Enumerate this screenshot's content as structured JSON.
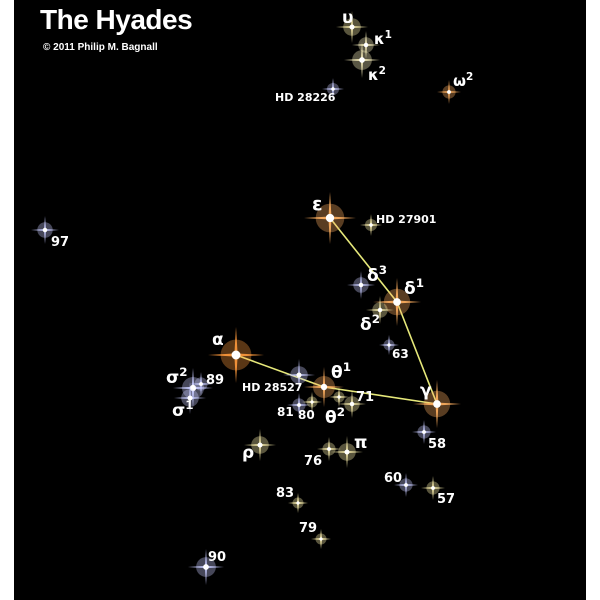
{
  "title": "The Hyades",
  "copyright": "© 2011 Philip M. Bagnall",
  "colors": {
    "background": "#000000",
    "line": "#e6e87a",
    "text": "#ffffff"
  },
  "stars": [
    {
      "id": "upsilon",
      "label": "υ",
      "sub": "",
      "color": "#fff3b0"
    },
    {
      "id": "kappa1",
      "label": "κ",
      "sub": "1",
      "color": "#fff6c2"
    },
    {
      "id": "kappa2",
      "label": "κ",
      "sub": "2",
      "color": "#fff6c2"
    },
    {
      "id": "hd28226",
      "label": "HD 28226",
      "sub": "",
      "color": "#c8ccff"
    },
    {
      "id": "omega2",
      "label": "ω",
      "sub": "2",
      "color": "#ffb060"
    },
    {
      "id": "epsilon",
      "label": "ε",
      "sub": "",
      "color": "#ffb060"
    },
    {
      "id": "hd27901",
      "label": "HD 27901",
      "sub": "",
      "color": "#fff3b0"
    },
    {
      "id": "97",
      "label": "97",
      "sub": "",
      "color": "#c8ccff"
    },
    {
      "id": "delta3",
      "label": "δ",
      "sub": "3",
      "color": "#c8ccff"
    },
    {
      "id": "delta1",
      "label": "δ",
      "sub": "1",
      "color": "#ffb060"
    },
    {
      "id": "delta2",
      "label": "δ",
      "sub": "2",
      "color": "#fff3b0"
    },
    {
      "id": "63",
      "label": "63",
      "sub": "",
      "color": "#c8ccff"
    },
    {
      "id": "alpha",
      "label": "α",
      "sub": "",
      "color": "#ff9a3c"
    },
    {
      "id": "sigma2",
      "label": "σ",
      "sub": "2",
      "color": "#c8ccff"
    },
    {
      "id": "89",
      "label": "89",
      "sub": "",
      "color": "#c8ccff"
    },
    {
      "id": "sigma1",
      "label": "σ",
      "sub": "1",
      "color": "#c8ccff"
    },
    {
      "id": "hd28527",
      "label": "HD 28527",
      "sub": "",
      "color": "#c8ccff"
    },
    {
      "id": "theta1",
      "label": "θ",
      "sub": "1",
      "color": "#ffb060"
    },
    {
      "id": "theta2",
      "label": "θ",
      "sub": "2",
      "color": "#fff3b0"
    },
    {
      "id": "71",
      "label": "71",
      "sub": "",
      "color": "#fff3b0"
    },
    {
      "id": "81",
      "label": "81",
      "sub": "",
      "color": "#c8ccff"
    },
    {
      "id": "80",
      "label": "80",
      "sub": "",
      "color": "#fff3b0"
    },
    {
      "id": "gamma",
      "label": "γ",
      "sub": "",
      "color": "#ffb060"
    },
    {
      "id": "58",
      "label": "58",
      "sub": "",
      "color": "#c8ccff"
    },
    {
      "id": "rho",
      "label": "ρ",
      "sub": "",
      "color": "#fff3b0"
    },
    {
      "id": "76",
      "label": "76",
      "sub": "",
      "color": "#fff3b0"
    },
    {
      "id": "pi",
      "label": "π",
      "sub": "",
      "color": "#fff3b0"
    },
    {
      "id": "60",
      "label": "60",
      "sub": "",
      "color": "#c8ccff"
    },
    {
      "id": "57",
      "label": "57",
      "sub": "",
      "color": "#fff3b0"
    },
    {
      "id": "83",
      "label": "83",
      "sub": "",
      "color": "#fff3b0"
    },
    {
      "id": "79",
      "label": "79",
      "sub": "",
      "color": "#fff3b0"
    },
    {
      "id": "90",
      "label": "90",
      "sub": "",
      "color": "#c8ccff"
    }
  ],
  "links": [
    [
      "epsilon",
      "delta1"
    ],
    [
      "delta1",
      "gamma"
    ],
    [
      "alpha",
      "theta1"
    ],
    [
      "theta1",
      "gamma"
    ]
  ]
}
